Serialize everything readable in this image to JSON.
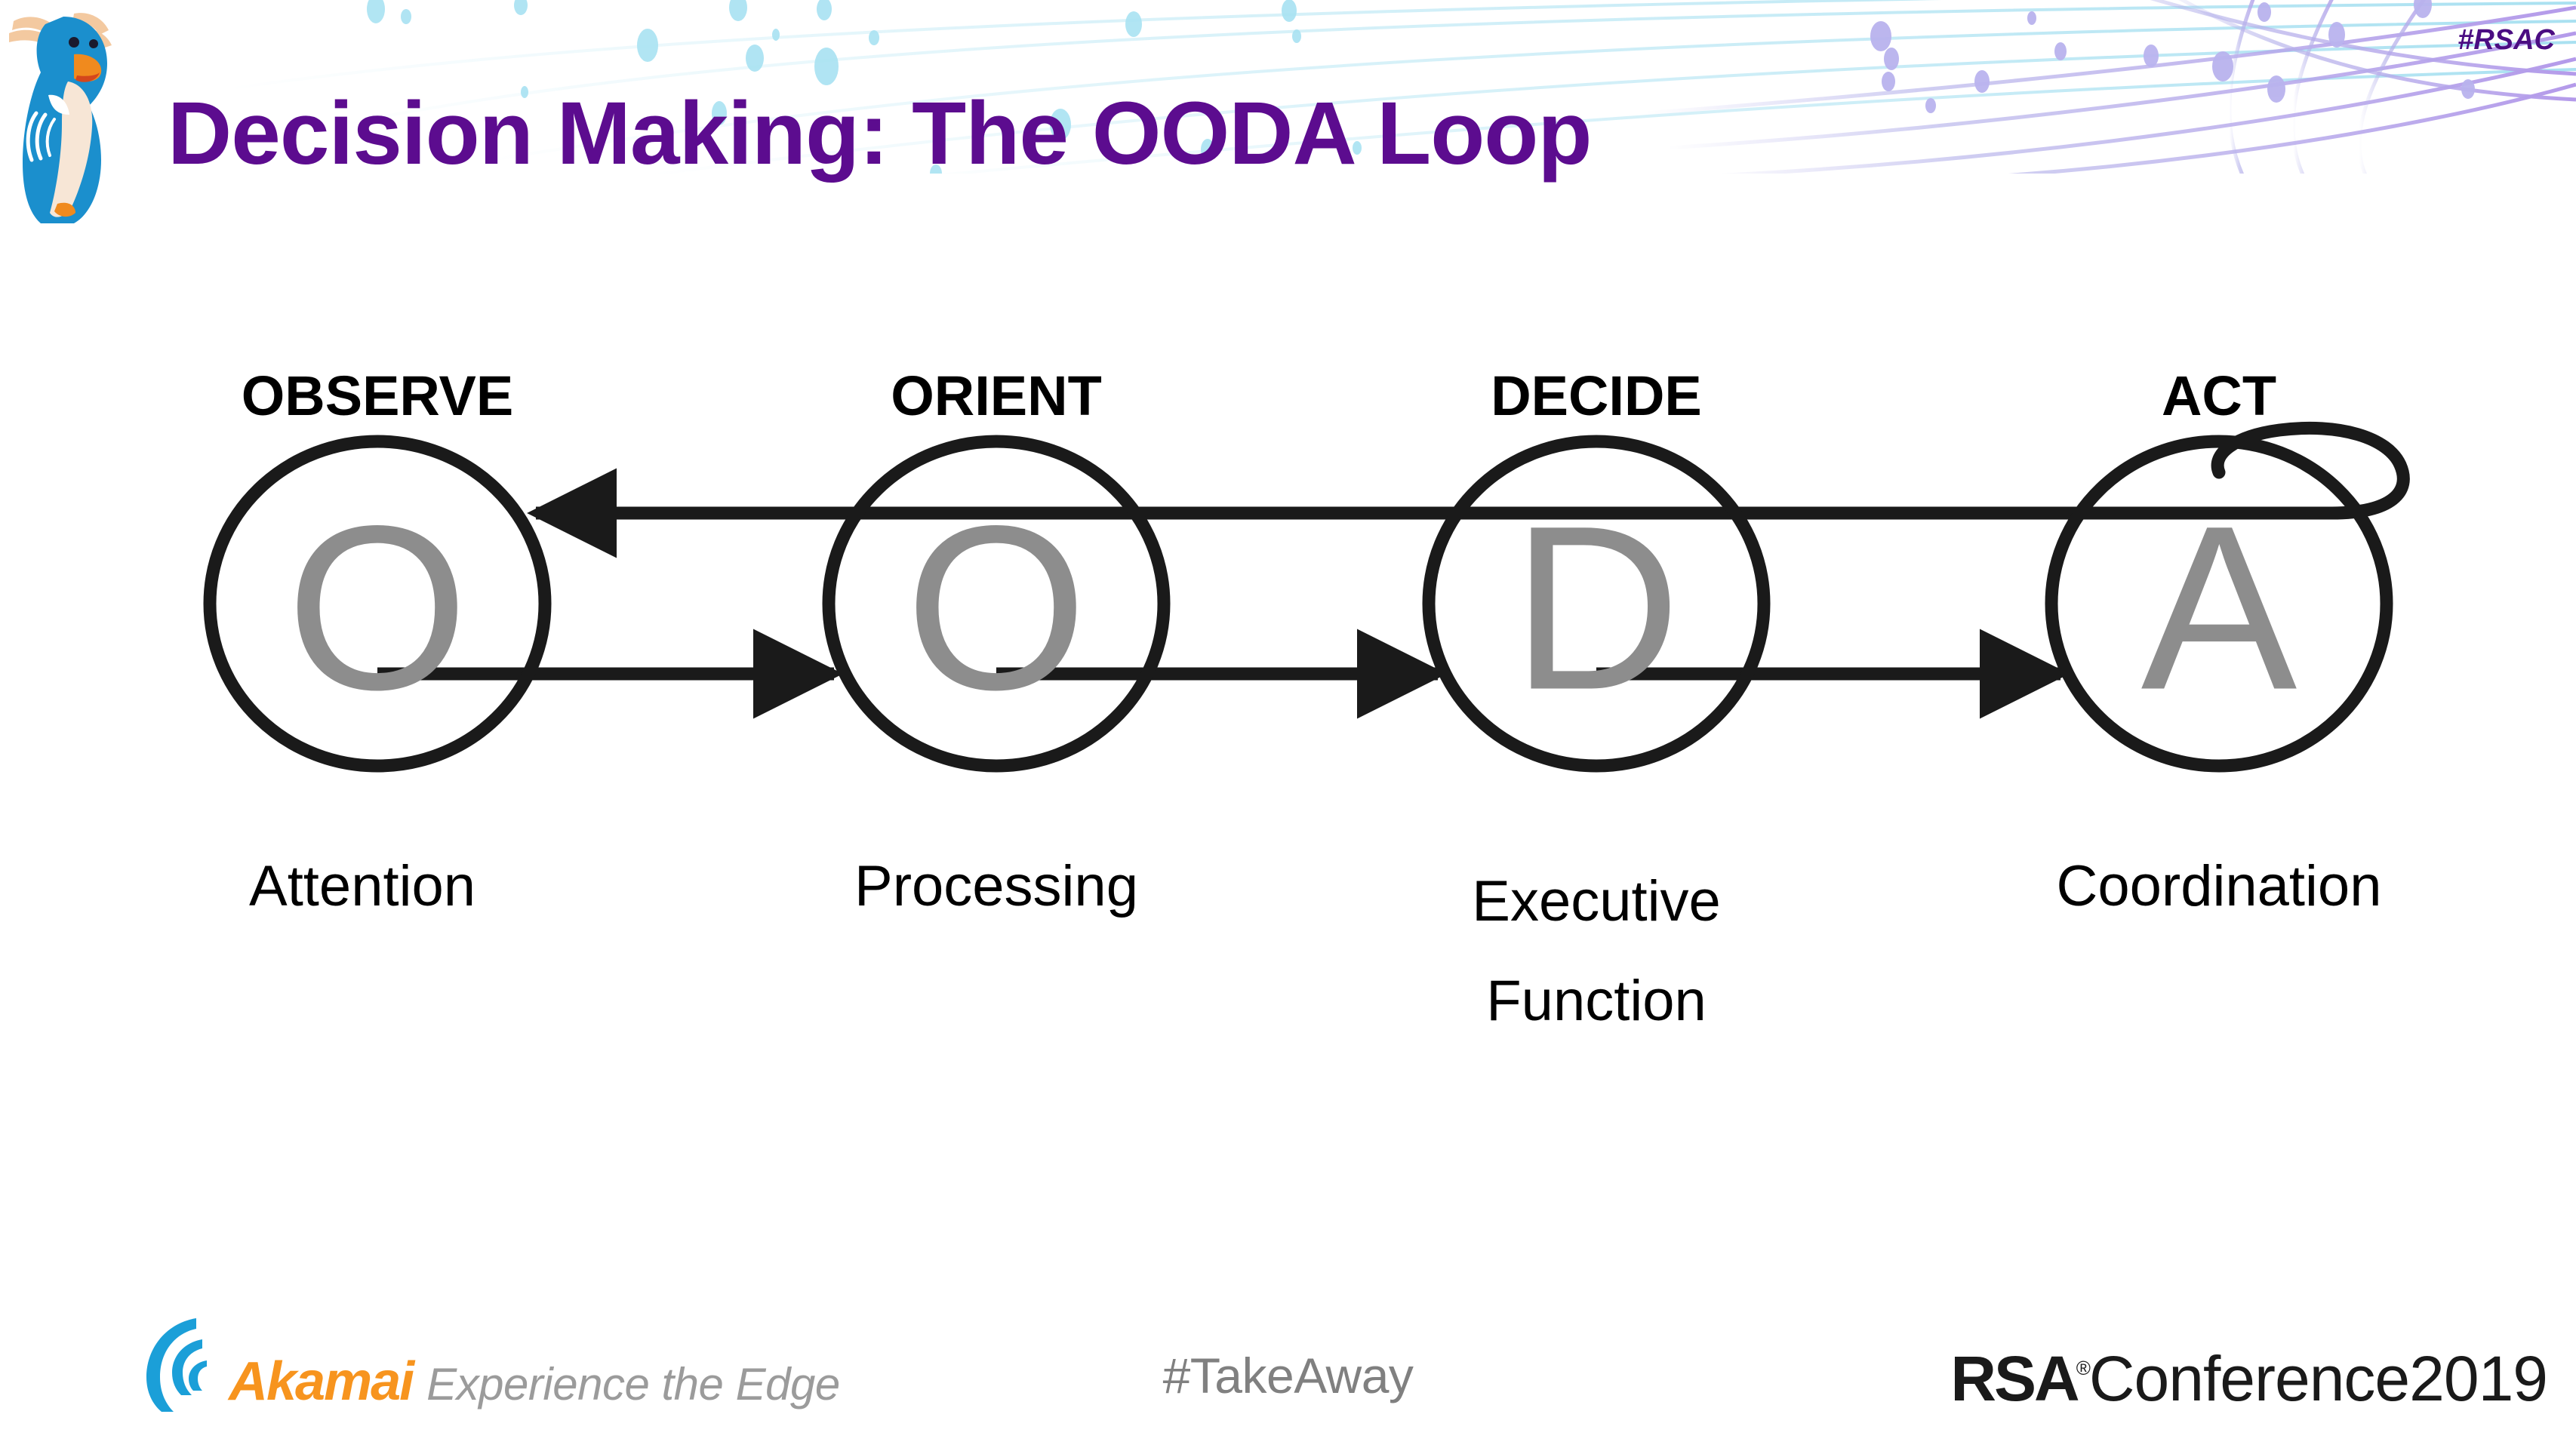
{
  "slide": {
    "title": "Decision Making: The OODA Loop",
    "hashtag_top_right": "#RSAC",
    "title_color": "#5c0c8f"
  },
  "mascot": {
    "name": "rockhopper-penguin-mascot",
    "body_color": "#1b8fcd",
    "beak_color": "#f08a1e",
    "crest_color": "#f3c9a0"
  },
  "diagram": {
    "type": "process-loop",
    "name": "ooda-loop",
    "letter_color": "#8d8d8d",
    "outline_color": "#1a1a1a",
    "stages": [
      {
        "heading": "OBSERVE",
        "letter": "O",
        "caption": "Attention",
        "caption_lines": [
          "Attention"
        ]
      },
      {
        "heading": "ORIENT",
        "letter": "O",
        "caption": "Processing",
        "caption_lines": [
          "Processing"
        ]
      },
      {
        "heading": "DECIDE",
        "letter": "D",
        "caption": "Executive Function",
        "caption_lines": [
          "Executive",
          "Function"
        ]
      },
      {
        "heading": "ACT",
        "letter": "A",
        "caption": "Coordination",
        "caption_lines": [
          "Coordination"
        ]
      }
    ],
    "feedback_arrow": {
      "direction": "right-to-left",
      "from_stage": "ACT",
      "to_stage": "OBSERVE"
    }
  },
  "footer": {
    "akamai": {
      "brand": "Akamai",
      "tagline": "Experience the Edge",
      "brand_color": "#f7941e",
      "tagline_color": "#9b9b9b"
    },
    "center_hashtag": "#TakeAway",
    "rsa_conference": {
      "bold": "RSA",
      "registered": "®",
      "light": "Conference2019"
    }
  }
}
